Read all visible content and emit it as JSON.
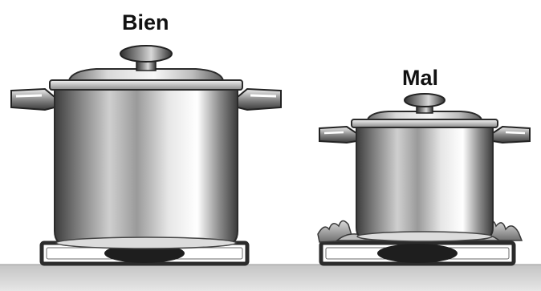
{
  "labels": {
    "good": "Bien",
    "bad": "Mal"
  },
  "comparison": [
    {
      "label": "Bien",
      "pot_size": "large",
      "flames_visible": false
    },
    {
      "label": "Mal",
      "pot_size": "small",
      "flames_visible": true
    }
  ],
  "colors": {
    "steel_dark": "#3b3b3b",
    "steel_light": "#f2f2f2",
    "flame": "#9a9a9a",
    "counter": "#d3d3d3"
  }
}
